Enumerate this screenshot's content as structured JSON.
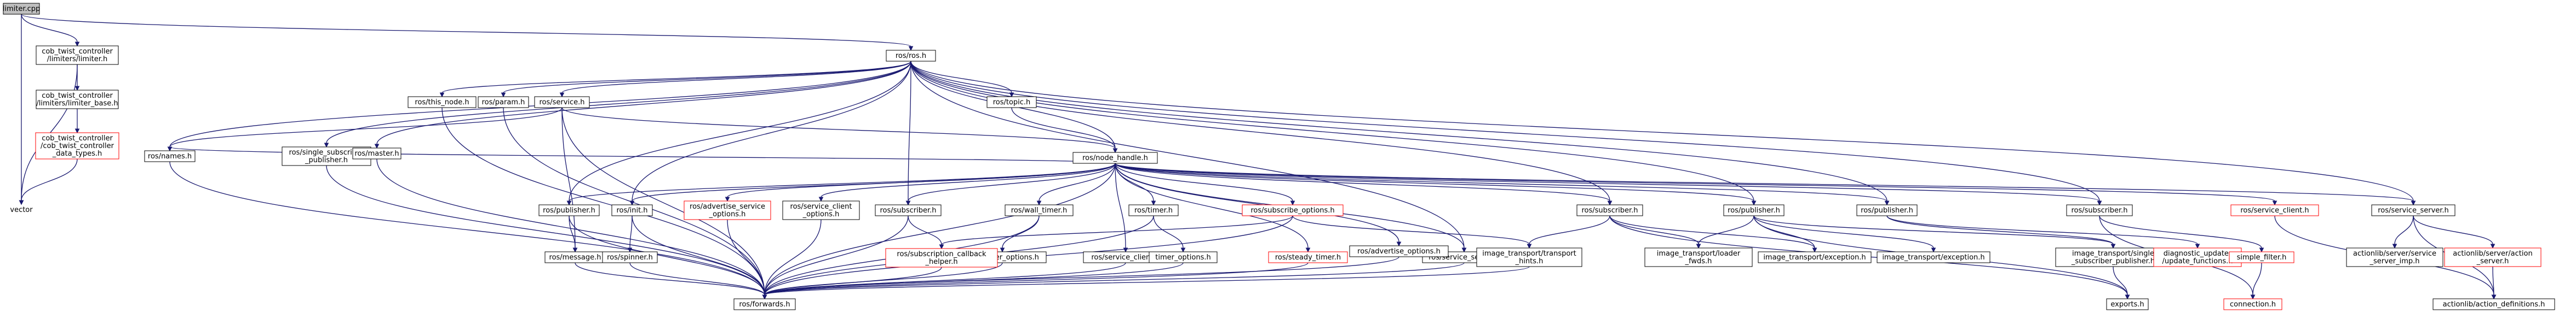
{
  "graph_title": "limiter.cpp",
  "colors": {
    "edge": "#191970",
    "node_border": "#000000",
    "missing_border": "#ff0000",
    "root_fill": "#bfbfbf"
  },
  "nodes": [
    {
      "id": "limiter_cpp",
      "lines": [
        "limiter.cpp"
      ],
      "kind": "root"
    },
    {
      "id": "limiter_h",
      "lines": [
        "cob_twist_controller",
        "/limiters/limiter.h"
      ],
      "kind": "normal"
    },
    {
      "id": "limiter_base_h",
      "lines": [
        "cob_twist_controller",
        "/limiters/limiter_base.h"
      ],
      "kind": "normal"
    },
    {
      "id": "data_types_h",
      "lines": [
        "cob_twist_controller",
        "/cob_twist_controller",
        "_data_types.h"
      ],
      "kind": "missing"
    },
    {
      "id": "vector",
      "lines": [
        "vector"
      ],
      "kind": "bare"
    },
    {
      "id": "ros_h",
      "lines": [
        "ros/ros.h"
      ],
      "kind": "normal"
    },
    {
      "id": "names_h",
      "lines": [
        "ros/names.h"
      ],
      "kind": "normal"
    },
    {
      "id": "single_sub_pub_h",
      "lines": [
        "ros/single_subscriber",
        "_publisher.h"
      ],
      "kind": "normal"
    },
    {
      "id": "master_h",
      "lines": [
        "ros/master.h"
      ],
      "kind": "normal"
    },
    {
      "id": "this_node_h",
      "lines": [
        "ros/this_node.h"
      ],
      "kind": "normal"
    },
    {
      "id": "param_h",
      "lines": [
        "ros/param.h"
      ],
      "kind": "normal"
    },
    {
      "id": "service_h",
      "lines": [
        "ros/service.h"
      ],
      "kind": "normal"
    },
    {
      "id": "topic_h",
      "lines": [
        "ros/topic.h"
      ],
      "kind": "normal"
    },
    {
      "id": "node_handle_h",
      "lines": [
        "ros/node_handle.h"
      ],
      "kind": "normal"
    },
    {
      "id": "publisher_h1",
      "lines": [
        "ros/publisher.h"
      ],
      "kind": "normal"
    },
    {
      "id": "init_h",
      "lines": [
        "ros/init.h"
      ],
      "kind": "normal"
    },
    {
      "id": "adv_service_opts_h",
      "lines": [
        "ros/advertise_service",
        "_options.h"
      ],
      "kind": "missing"
    },
    {
      "id": "service_client_opts_h",
      "lines": [
        "ros/service_client",
        "_options.h"
      ],
      "kind": "normal"
    },
    {
      "id": "subscriber_h1",
      "lines": [
        "ros/subscriber.h"
      ],
      "kind": "normal"
    },
    {
      "id": "wall_timer_h",
      "lines": [
        "ros/wall_timer.h"
      ],
      "kind": "normal"
    },
    {
      "id": "timer_h",
      "lines": [
        "ros/timer.h"
      ],
      "kind": "normal"
    },
    {
      "id": "subscribe_opts_h",
      "lines": [
        "ros/subscribe_options.h"
      ],
      "kind": "missing"
    },
    {
      "id": "service_server_h1",
      "lines": [
        "ros/service_server.h"
      ],
      "kind": "normal"
    },
    {
      "id": "it_subscriber_h",
      "lines": [
        "ros/subscriber.h"
      ],
      "kind": "normal"
    },
    {
      "id": "it_publisher_h",
      "lines": [
        "ros/publisher.h"
      ],
      "kind": "normal"
    },
    {
      "id": "publisher_h2",
      "lines": [
        "ros/publisher.h"
      ],
      "kind": "normal"
    },
    {
      "id": "subscriber_h2",
      "lines": [
        "ros/subscriber.h"
      ],
      "kind": "normal"
    },
    {
      "id": "service_client_h2",
      "lines": [
        "ros/service_client.h"
      ],
      "kind": "missing"
    },
    {
      "id": "service_server_h2",
      "lines": [
        "ros/service_server.h"
      ],
      "kind": "normal"
    },
    {
      "id": "message_h",
      "lines": [
        "ros/message.h"
      ],
      "kind": "normal"
    },
    {
      "id": "spinner_h",
      "lines": [
        "ros/spinner.h"
      ],
      "kind": "normal"
    },
    {
      "id": "wall_timer_opts_h",
      "lines": [
        "wall_timer_options.h"
      ],
      "kind": "normal"
    },
    {
      "id": "sub_callback_helper_h",
      "lines": [
        "ros/subscription_callback",
        "_helper.h"
      ],
      "kind": "missing"
    },
    {
      "id": "service_client_h1",
      "lines": [
        "ros/service_client.h"
      ],
      "kind": "normal"
    },
    {
      "id": "timer_opts_h",
      "lines": [
        "timer_options.h"
      ],
      "kind": "normal"
    },
    {
      "id": "steady_timer_h",
      "lines": [
        "ros/steady_timer.h"
      ],
      "kind": "missing"
    },
    {
      "id": "advertise_opts_h",
      "lines": [
        "ros/advertise_options.h"
      ],
      "kind": "normal"
    },
    {
      "id": "it_transport_hints_h",
      "lines": [
        "image_transport/transport",
        "_hints.h"
      ],
      "kind": "normal"
    },
    {
      "id": "forwards_h",
      "lines": [
        "ros/forwards.h"
      ],
      "kind": "normal"
    },
    {
      "id": "it_loader_fwds_h",
      "lines": [
        "image_transport/loader",
        "_fwds.h"
      ],
      "kind": "normal"
    },
    {
      "id": "it_exception_h1",
      "lines": [
        "image_transport/exception.h"
      ],
      "kind": "normal"
    },
    {
      "id": "it_exception_h2",
      "lines": [
        "image_transport/exception.h"
      ],
      "kind": "normal"
    },
    {
      "id": "it_single_sub_pub_h",
      "lines": [
        "image_transport/single",
        "_subscriber_publisher.h"
      ],
      "kind": "normal"
    },
    {
      "id": "exports_h",
      "lines": [
        "exports.h"
      ],
      "kind": "normal"
    },
    {
      "id": "diag_updater_h",
      "lines": [
        "diagnostic_updater",
        "/update_functions.h"
      ],
      "kind": "missing"
    },
    {
      "id": "simple_filter_h",
      "lines": [
        "simple_filter.h"
      ],
      "kind": "missing"
    },
    {
      "id": "connection_h",
      "lines": [
        "connection.h"
      ],
      "kind": "missing"
    },
    {
      "id": "al_service_server_imp_h",
      "lines": [
        "actionlib/server/service",
        "_server_imp.h"
      ],
      "kind": "normal"
    },
    {
      "id": "al_action_server_h",
      "lines": [
        "actionlib/server/action",
        "_server.h"
      ],
      "kind": "missing"
    },
    {
      "id": "al_action_defs_h",
      "lines": [
        "actionlib/action_definitions.h"
      ],
      "kind": "normal"
    }
  ],
  "edges": [
    [
      "limiter_cpp",
      "limiter_h"
    ],
    [
      "limiter_cpp",
      "ros_h"
    ],
    [
      "limiter_cpp",
      "vector"
    ],
    [
      "limiter_h",
      "limiter_base_h"
    ],
    [
      "limiter_h",
      "vector"
    ],
    [
      "limiter_base_h",
      "data_types_h"
    ],
    [
      "data_types_h",
      "vector"
    ],
    [
      "ros_h",
      "names_h"
    ],
    [
      "ros_h",
      "single_sub_pub_h"
    ],
    [
      "ros_h",
      "master_h"
    ],
    [
      "ros_h",
      "this_node_h"
    ],
    [
      "ros_h",
      "param_h"
    ],
    [
      "ros_h",
      "service_h"
    ],
    [
      "ros_h",
      "topic_h"
    ],
    [
      "ros_h",
      "node_handle_h"
    ],
    [
      "ros_h",
      "publisher_h1"
    ],
    [
      "ros_h",
      "init_h"
    ],
    [
      "ros_h",
      "subscriber_h1"
    ],
    [
      "ros_h",
      "service_server_h1"
    ],
    [
      "ros_h",
      "it_subscriber_h"
    ],
    [
      "ros_h",
      "it_publisher_h"
    ],
    [
      "ros_h",
      "publisher_h2"
    ],
    [
      "ros_h",
      "subscriber_h2"
    ],
    [
      "ros_h",
      "service_server_h2"
    ],
    [
      "service_h",
      "names_h"
    ],
    [
      "service_h",
      "node_handle_h"
    ],
    [
      "service_h",
      "message_h"
    ],
    [
      "service_h",
      "forwards_h"
    ],
    [
      "topic_h",
      "node_handle_h"
    ],
    [
      "names_h",
      "forwards_h"
    ],
    [
      "single_sub_pub_h",
      "forwards_h"
    ],
    [
      "master_h",
      "forwards_h"
    ],
    [
      "this_node_h",
      "forwards_h"
    ],
    [
      "param_h",
      "forwards_h"
    ],
    [
      "node_handle_h",
      "publisher_h1"
    ],
    [
      "node_handle_h",
      "init_h"
    ],
    [
      "node_handle_h",
      "adv_service_opts_h"
    ],
    [
      "node_handle_h",
      "service_client_opts_h"
    ],
    [
      "node_handle_h",
      "subscriber_h1"
    ],
    [
      "node_handle_h",
      "wall_timer_h"
    ],
    [
      "node_handle_h",
      "timer_h"
    ],
    [
      "node_handle_h",
      "subscribe_opts_h"
    ],
    [
      "node_handle_h",
      "service_server_h1"
    ],
    [
      "node_handle_h",
      "advertise_opts_h"
    ],
    [
      "node_handle_h",
      "service_client_h1"
    ],
    [
      "node_handle_h",
      "steady_timer_h"
    ],
    [
      "node_handle_h",
      "it_subscriber_h"
    ],
    [
      "node_handle_h",
      "it_publisher_h"
    ],
    [
      "node_handle_h",
      "forwards_h"
    ],
    [
      "node_handle_h",
      "names_h"
    ],
    [
      "node_handle_h",
      "publisher_h2"
    ],
    [
      "node_handle_h",
      "subscriber_h2"
    ],
    [
      "node_handle_h",
      "service_client_h2"
    ],
    [
      "node_handle_h",
      "service_server_h2"
    ],
    [
      "publisher_h1",
      "message_h"
    ],
    [
      "publisher_h1",
      "forwards_h"
    ],
    [
      "init_h",
      "spinner_h"
    ],
    [
      "init_h",
      "forwards_h"
    ],
    [
      "adv_service_opts_h",
      "forwards_h"
    ],
    [
      "service_client_opts_h",
      "forwards_h"
    ],
    [
      "subscriber_h1",
      "sub_callback_helper_h"
    ],
    [
      "subscriber_h1",
      "forwards_h"
    ],
    [
      "wall_timer_h",
      "wall_timer_opts_h"
    ],
    [
      "wall_timer_h",
      "forwards_h"
    ],
    [
      "timer_h",
      "timer_opts_h"
    ],
    [
      "timer_h",
      "forwards_h"
    ],
    [
      "subscribe_opts_h",
      "sub_callback_helper_h"
    ],
    [
      "subscribe_opts_h",
      "it_transport_hints_h"
    ],
    [
      "subscribe_opts_h",
      "forwards_h"
    ],
    [
      "service_server_h1",
      "forwards_h"
    ],
    [
      "advertise_opts_h",
      "forwards_h"
    ],
    [
      "service_client_h1",
      "forwards_h"
    ],
    [
      "steady_timer_h",
      "forwards_h"
    ],
    [
      "wall_timer_opts_h",
      "forwards_h"
    ],
    [
      "timer_opts_h",
      "forwards_h"
    ],
    [
      "sub_callback_helper_h",
      "forwards_h"
    ],
    [
      "it_transport_hints_h",
      "forwards_h"
    ],
    [
      "spinner_h",
      "forwards_h"
    ],
    [
      "message_h",
      "forwards_h"
    ],
    [
      "it_subscriber_h",
      "it_loader_fwds_h"
    ],
    [
      "it_subscriber_h",
      "it_exception_h1"
    ],
    [
      "it_subscriber_h",
      "exports_h"
    ],
    [
      "it_subscriber_h",
      "it_transport_hints_h"
    ],
    [
      "it_publisher_h",
      "it_loader_fwds_h"
    ],
    [
      "it_publisher_h",
      "it_exception_h1"
    ],
    [
      "it_publisher_h",
      "it_exception_h2"
    ],
    [
      "it_publisher_h",
      "it_single_sub_pub_h"
    ],
    [
      "it_publisher_h",
      "exports_h"
    ],
    [
      "publisher_h2",
      "diag_updater_h"
    ],
    [
      "publisher_h2",
      "it_single_sub_pub_h"
    ],
    [
      "subscriber_h2",
      "simple_filter_h"
    ],
    [
      "subscriber_h2",
      "connection_h"
    ],
    [
      "simple_filter_h",
      "connection_h"
    ],
    [
      "service_server_h2",
      "al_service_server_imp_h"
    ],
    [
      "service_server_h2",
      "al_action_server_h"
    ],
    [
      "service_server_h2",
      "al_action_defs_h"
    ],
    [
      "al_action_server_h",
      "al_action_defs_h"
    ],
    [
      "service_client_h2",
      "al_action_defs_h"
    ],
    [
      "it_single_sub_pub_h",
      "exports_h"
    ]
  ]
}
